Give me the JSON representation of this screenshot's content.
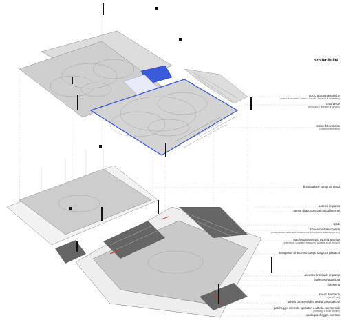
{
  "title": "sostenibilità",
  "colors": {
    "accent": "#3a5bd9",
    "line": "#8a8a8a",
    "fill": "#d0d0d0",
    "highlight": "#d23a2a"
  },
  "labels": [
    {
      "id": "riuso",
      "text": "riciclo acque meteoriche",
      "sub": "(vasca di accumulo, canali di raccolta, impianto di irrigazione)"
    },
    {
      "id": "tetto",
      "text": "tetto verde",
      "sub": "(spogliatoi e ambienti di servizio)"
    },
    {
      "id": "solare",
      "text": "solare fotovoltaico",
      "sub": "(copertura foresteria)"
    },
    {
      "id": "illuminazione",
      "text": "illuminazione campi da gioco",
      "sub": ""
    },
    {
      "id": "accessi",
      "text": "accessi impianto",
      "sub": ""
    },
    {
      "id": "rampe",
      "text": "rampe di accesso parcheggi interrati",
      "sub": ""
    },
    {
      "id": "spalti",
      "text": "spalti",
      "sub": ""
    },
    {
      "id": "tribuna",
      "text": "tribuna centrale coperta",
      "sub": "(museo torino calcio, sale fondazione e torino calcio, sala stampa, bar)"
    },
    {
      "id": "parcheggio_soc",
      "text": "parcheggio interrato società sportive",
      "sub": "(parcheggi, spogliatoi, magazzini, palestra, locali impianti)"
    },
    {
      "id": "sottopasso",
      "text": "sottopasso di accesso campo da gioco giocatori",
      "sub": ""
    },
    {
      "id": "accesso_princ",
      "text": "accesso principale impianto",
      "sub": ""
    },
    {
      "id": "biglietteria",
      "text": "biglietteria/guardiola",
      "sub": ""
    },
    {
      "id": "foresteria",
      "text": "foresteria",
      "sub": ""
    },
    {
      "id": "servizi",
      "text": "servizi spettatori",
      "sub": "(wc MF, bar)"
    },
    {
      "id": "attivita",
      "text": "attività commerciali e sedi di associazioni",
      "sub": ""
    },
    {
      "id": "parcheggio_spett",
      "text": "parcheggio interrato spettatori e attività commerciali",
      "sub": "(parcheggi e locali impianti)"
    },
    {
      "id": "uscita",
      "text": "uscita parcheggio interrato",
      "sub": ""
    }
  ]
}
